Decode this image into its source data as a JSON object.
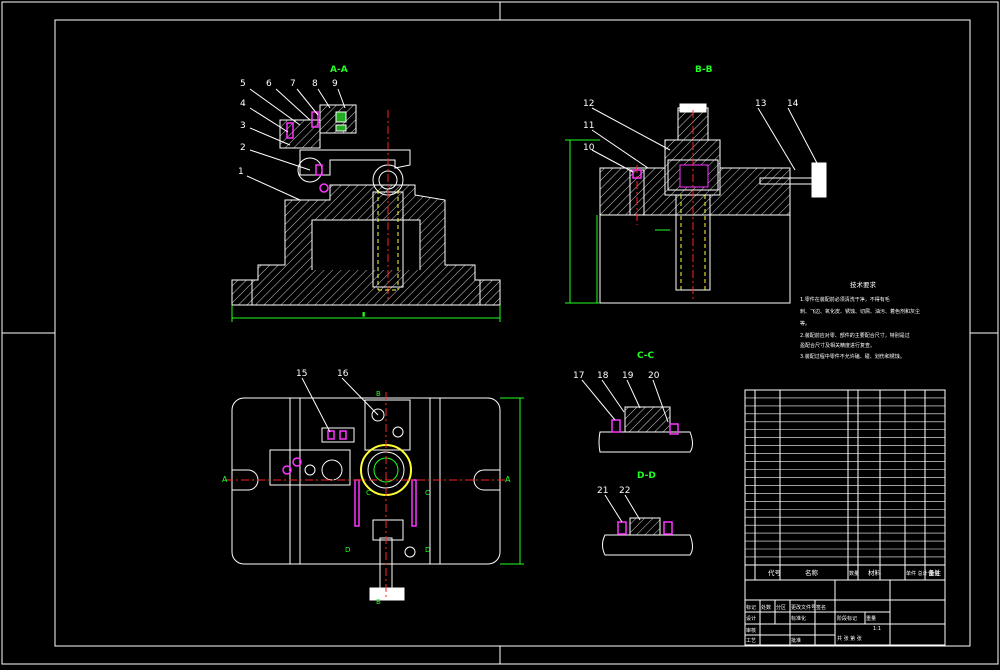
{
  "views": {
    "section_aa": "A-A",
    "section_bb": "B-B",
    "section_cc": "C-C",
    "section_dd": "D-D"
  },
  "part_numbers": [
    "1",
    "2",
    "3",
    "4",
    "5",
    "6",
    "7",
    "8",
    "9",
    "10",
    "11",
    "12",
    "13",
    "14",
    "15",
    "16",
    "17",
    "18",
    "19",
    "20",
    "21",
    "22"
  ],
  "cut_markers": {
    "a_left": "A",
    "a_right": "A",
    "b_top": "B",
    "b_bottom": "B",
    "c_left": "C",
    "c_right": "C",
    "d_left": "D",
    "d_right": "D"
  },
  "tech_req": {
    "title": "技术要求",
    "lines": [
      "1.零件在装配前必须清洗干净，不得有毛",
      "刺、飞边、氧化皮、锈蚀、切屑、油污、着色剂和灰尘",
      "等。",
      "2.装配前应对零、部件的主要配合尺寸，特别是过",
      "盈配合尺寸及相关精度进行复查。",
      "3.装配过程中零件不允许磕、碰、划伤和锈蚀。"
    ]
  },
  "title_block": {
    "header": {
      "code": "代号",
      "name": "名称",
      "qty": "数量",
      "material": "材料",
      "weight": "单件 总计 重量",
      "notes": "备注"
    },
    "bottom": {
      "mark": "标记",
      "count": "处数",
      "zone": "分区",
      "doc": "更改文件号",
      "sign": "签名",
      "date": "年月日",
      "design": "设计",
      "std": "标准化",
      "review": "审核",
      "process": "工艺",
      "approve": "批准",
      "stage": "阶段标记",
      "weight2": "重量",
      "scale": "比例",
      "scale_val": "1:1",
      "sheets": "共 张 第 张"
    }
  },
  "colors": {
    "background": "#000000",
    "outline": "#ffffff",
    "section_label": "#22ff22",
    "centerline": "#ff2222",
    "hidden": "#ffff33",
    "fastener": "#ff33ff"
  }
}
